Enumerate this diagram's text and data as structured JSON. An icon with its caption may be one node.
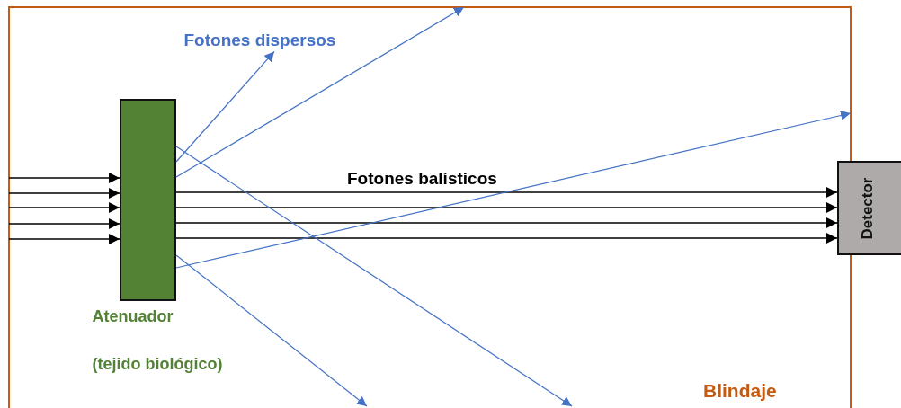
{
  "diagram": {
    "nodes": [
      {
        "text": [
          "Blindaje"
        ]
      },
      {
        "text": [],
        "shape": "box",
        "in": 0,
        "beside": [
          "Atenuador",
          "(tejido biológico)"
        ]
      },
      {
        "text": [
          "Detector"
        ]
      },
      {
        "text": [
          "Fotones dispersos"
        ],
        "in": 0
      }
    ],
    "edges": [
      {
        "from": null,
        "to": 1,
        "arrow": "to"
      },
      {
        "from": null,
        "to": 1,
        "arrow": "to"
      },
      {
        "from": null,
        "to": 1,
        "arrow": "to"
      },
      {
        "from": null,
        "to": 1,
        "arrow": "to"
      },
      {
        "from": null,
        "to": 1,
        "arrow": "to"
      },
      {
        "from": 1,
        "to": 2,
        "arrow": "to"
      },
      {
        "from": 1,
        "to": 2,
        "arrow": "to"
      },
      {
        "from": 1,
        "to": 2,
        "arrow": "to"
      },
      {
        "from": 1,
        "to": 2,
        "arrow": "to"
      },
      {
        "from": 1,
        "to": 3,
        "arrow": "to",
        "color": "#4472c4"
      },
      {
        "from": 1,
        "to": null,
        "arrow": "to",
        "color": "#4472c4"
      },
      {
        "from": 1,
        "to": null,
        "arrow": "to",
        "color": "#4472c4"
      },
      {
        "from": 1,
        "to": null,
        "arrow": "to",
        "color": "#4472c4"
      },
      {
        "from": 1,
        "to": null,
        "arrow": "to",
        "color": "#4472c4"
      }
    ],
    "labels": [
      "Fotones balísticos"
    ]
  }
}
